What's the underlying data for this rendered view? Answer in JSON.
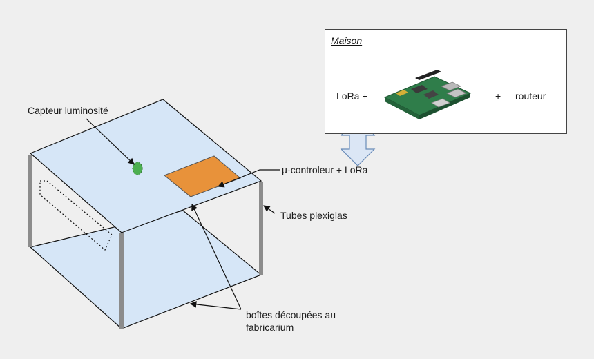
{
  "labels": {
    "capteur": "Capteur luminosité",
    "controleur": "µ-controleur + LoRa",
    "tubes": "Tubes plexiglas",
    "boites_line1": "boîtes découpées au",
    "boites_line2": "fabricarium"
  },
  "maison": {
    "title": "Maison",
    "lora": "LoRa +",
    "plus": "+",
    "routeur": "routeur"
  },
  "colors": {
    "background": "#efefef",
    "panel_fill": "#d6e6f7",
    "tube": "#8c8c8c",
    "controller": "#e8923a",
    "sensor": "#4caf50",
    "arrow_fill": "#dbe6f5",
    "arrow_stroke": "#6a8cb8"
  }
}
